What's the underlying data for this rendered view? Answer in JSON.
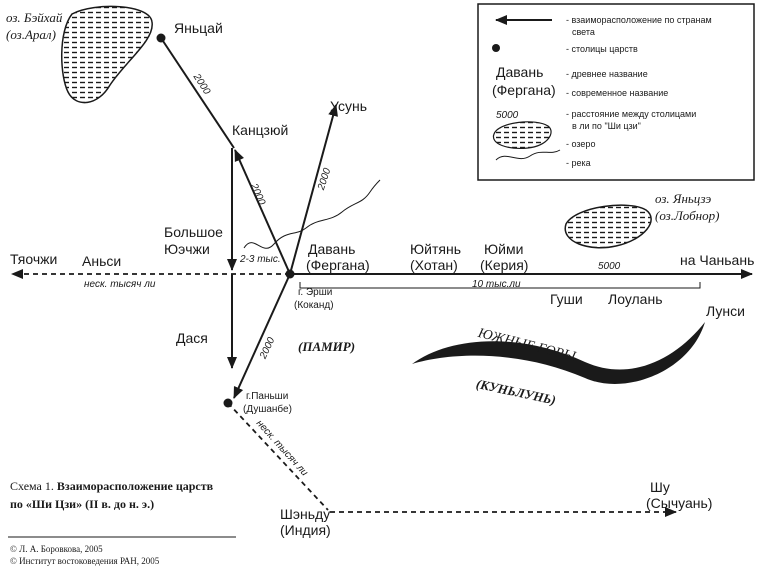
{
  "places": {
    "yantsai": "Яньцай",
    "kantszyui": "Канцзюй",
    "usun": "Усунь",
    "bolshoe_yuechzhi_1": "Большое",
    "bolshoe_yuechzhi_2": "Юэчжи",
    "tiaochzhi": "Тяочжи",
    "ansi": "Аньси",
    "davan": "Давань",
    "davan_modern": "(Фергана)",
    "yuitian": "Юйтянь",
    "yuitian_modern": "(Хотан)",
    "yuimi": "Юйми",
    "yuimi_modern": "(Керия)",
    "na_chanan": "на Чаньань",
    "gushi": "Гуши",
    "loulan": "Лоулань",
    "lunsi": "Лунси",
    "ershi_1": "г. Эрши",
    "ershi_2": "(Коканд)",
    "dasia": "Дася",
    "panshi_1": "г.Паньши",
    "panshi_2": "(Душанбе)",
    "shendu": "Шэньду",
    "shendu_modern": "(Индия)",
    "shu": "Шу",
    "shu_modern": "(Сычуань)"
  },
  "lakes": {
    "aral_1": "оз. Бэйхай",
    "aral_2": "(оз.Арал)",
    "lobnor_1": "оз. Яньцзэ",
    "lobnor_2": "(оз.Лобнор)"
  },
  "regions": {
    "pamir": "(ПАМИР)",
    "yuzhnye_gory": "ЮЖНЫЕ ГОРЫ",
    "kunlun": "(КУНЬЛУНЬ)"
  },
  "distances": {
    "d2000_a": "2000",
    "d2000_b": "2000",
    "d2000_c": "2000",
    "d2000_d": "2000",
    "d2_3": "2-3 тыс.",
    "nesk_west": "неск. тысяч ли",
    "ten_thousand": "10 тыс.ли",
    "d5000": "5000",
    "nesk_south": "неск. тысяч ли"
  },
  "legend": {
    "arrow_desc_1": "- взаиморасположение по странам",
    "arrow_desc_2": "света",
    "capital_desc": "- столицы царств",
    "ancient_name": "Давань",
    "ancient_desc": "- древнее название",
    "modern_name": "(Фергана)",
    "modern_desc": "- современное название",
    "distance_sample": "5000",
    "distance_desc_1": "- расстояние между столицами",
    "distance_desc_2": "в ли по \"Ши цзи\"",
    "lake_desc": "- озеро",
    "river_desc": "- река"
  },
  "caption": {
    "line1_prefix": "Схема 1.",
    "line1_title": "Взаиморасположение царств",
    "line2": "по «Ши Цзи» (II в. до н. э.)"
  },
  "credits": {
    "author": "© Л. А. Боровкова, 2005",
    "institute": "© Институт востоковедения РАН, 2005"
  }
}
